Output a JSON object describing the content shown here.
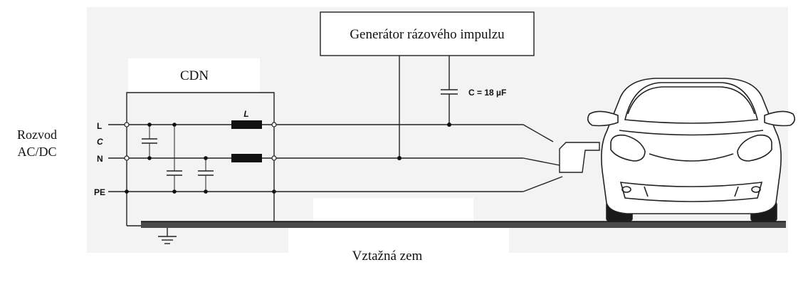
{
  "labels": {
    "generator": "Generátor rázového impulzu",
    "cdn": "CDN",
    "supply_line1": "Rozvod",
    "supply_line2": "AC/DC",
    "capacitor": "C = 18 µF",
    "inductor": "L",
    "cap_left": "C",
    "line_L": "L",
    "line_N": "N",
    "line_PE": "PE",
    "reference_ground": "Vztažná zem"
  },
  "colors": {
    "background_panel": "#f2f2f2",
    "line": "#222222",
    "ground_plane": "#555555"
  },
  "icons": {
    "ground_symbol": "earth-ground-icon",
    "vehicle": "car-front-icon"
  }
}
